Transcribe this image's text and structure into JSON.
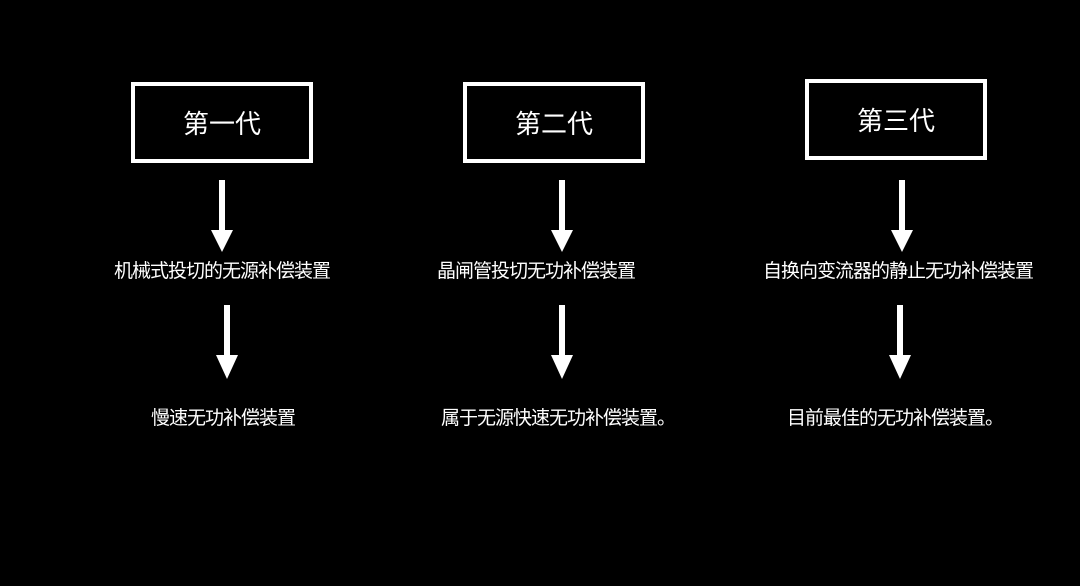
{
  "generations": [
    {
      "title": "第一代",
      "step1": "机械式投切的无源补偿装置",
      "step2": "慢速无功补偿装置"
    },
    {
      "title": "第二代",
      "step1": "晶闸管投切无功补偿装置",
      "step2": "属于无源快速无功补偿装置。"
    },
    {
      "title": "第三代",
      "step1": "自换向变流器的静止无功补偿装置",
      "step2": "目前最佳的无功补偿装置。"
    }
  ],
  "colors": {
    "background": "#000000",
    "foreground": "#ffffff"
  }
}
